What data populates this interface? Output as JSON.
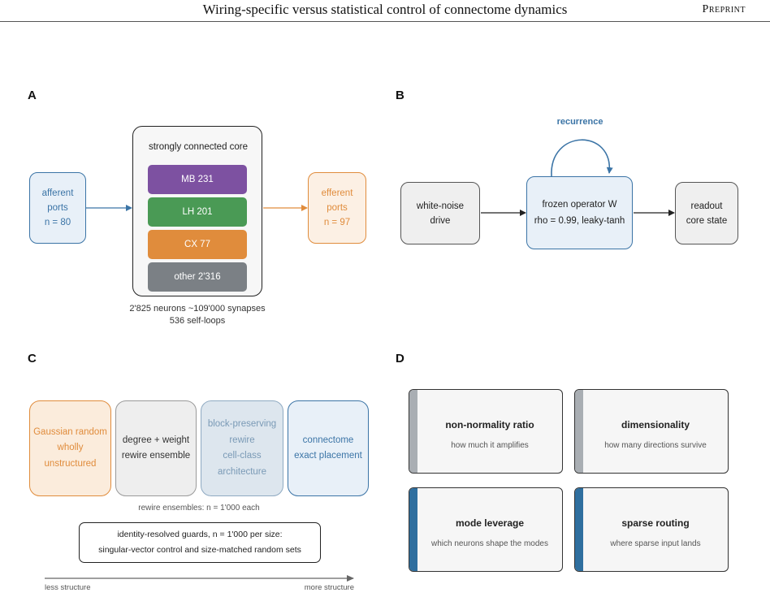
{
  "header": {
    "title": "Wiring-specific versus statistical control of connectome dynamics",
    "tag": "Preprint"
  },
  "panels": {
    "a": "A",
    "b": "B",
    "c": "C",
    "d": "D"
  },
  "panel_a": {
    "afferent": {
      "line1": "afferent",
      "line2": "ports",
      "line3": "n = 80"
    },
    "core_title": "strongly connected core",
    "bands": [
      {
        "label": "MB 231",
        "color": "#7d51a1"
      },
      {
        "label": "LH 201",
        "color": "#4a9a55"
      },
      {
        "label": "CX 77",
        "color": "#e08c3c"
      },
      {
        "label": "other 2'316",
        "color": "#7b8085"
      }
    ],
    "efferent": {
      "line1": "efferent",
      "line2": "ports",
      "line3": "n = 97"
    },
    "caption_line1": "2'825 neurons ~109'000 synapses",
    "caption_line2": "536 self-loops"
  },
  "panel_b": {
    "recurrence": "recurrence",
    "drive": {
      "line1": "white-noise",
      "line2": "drive"
    },
    "operator": {
      "line1": "frozen operator W",
      "line2": "rho = 0.99, leaky-tanh"
    },
    "readout": {
      "line1": "readout",
      "line2": "core state"
    }
  },
  "panel_c": {
    "boxes": [
      {
        "lines": [
          "Gaussian random",
          "wholly",
          "unstructured"
        ]
      },
      {
        "lines": [
          "degree + weight",
          "rewire ensemble"
        ]
      },
      {
        "lines": [
          "block-preserving",
          "rewire",
          "cell-class",
          "architecture"
        ]
      },
      {
        "lines": [
          "connectome",
          "exact placement"
        ]
      }
    ],
    "ensembles_note": "rewire ensembles: n = 1'000 each",
    "guard_line1": "identity-resolved guards, n = 1'000 per size:",
    "guard_line2": "singular-vector control and size-matched random sets",
    "axis_left": "less structure",
    "axis_right": "more structure"
  },
  "panel_d": {
    "cards": [
      {
        "title": "non-normality ratio",
        "subtitle": "how much it amplifies",
        "strip": "#a9aeb3"
      },
      {
        "title": "dimensionality",
        "subtitle": "how many directions survive",
        "strip": "#a9aeb3"
      },
      {
        "title": "mode leverage",
        "subtitle": "which neurons shape the modes",
        "strip": "#2f6f9f"
      },
      {
        "title": "sparse routing",
        "subtitle": "where sparse input lands",
        "strip": "#2f6f9f"
      }
    ]
  },
  "colors": {
    "blue": "#3b74a6",
    "orange": "#e08c3c",
    "dark": "#222222",
    "grey_arrow": "#666666"
  }
}
